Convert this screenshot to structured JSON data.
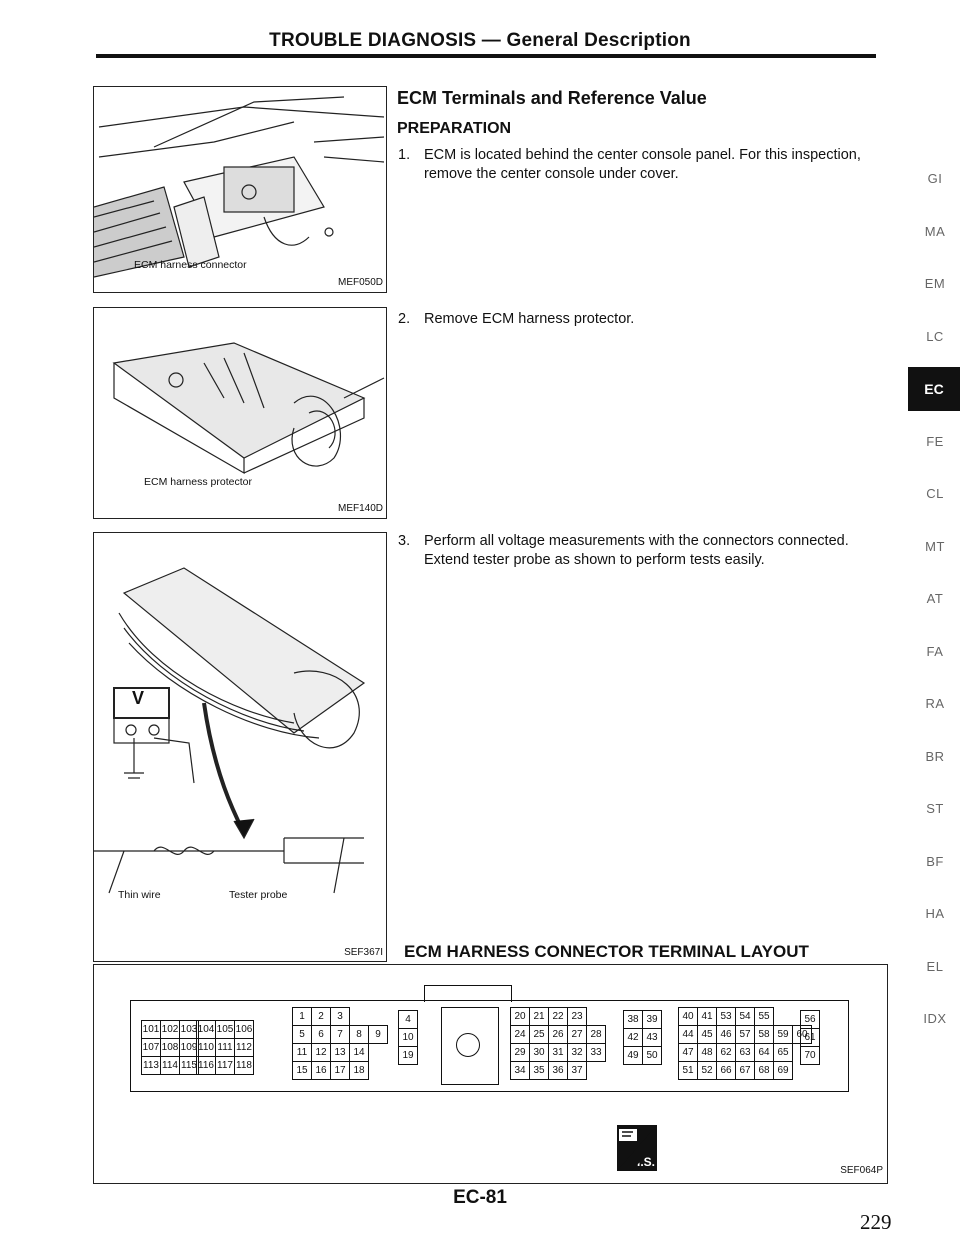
{
  "header": {
    "title": "TROUBLE DIAGNOSIS — General Description"
  },
  "figures": [
    {
      "code": "MEF050D",
      "label": "ECM harness connector"
    },
    {
      "code": "MEF140D",
      "label": "ECM harness protector"
    },
    {
      "code": "SEF367I",
      "labels": [
        "Thin wire",
        "Tester probe"
      ],
      "meter": "V"
    }
  ],
  "content": {
    "section_title": "ECM Terminals and Reference Value",
    "subheading": "PREPARATION",
    "steps": [
      {
        "num": "1.",
        "text": "ECM is located behind the center console panel. For this inspection, remove the center console under cover."
      },
      {
        "num": "2.",
        "text": "Remove ECM harness protector."
      },
      {
        "num": "3.",
        "text": "Perform all voltage measurements with the connectors connected. Extend tester probe as shown to perform tests easily."
      }
    ],
    "layout_title": "ECM HARNESS CONNECTOR TERMINAL LAYOUT"
  },
  "connector": {
    "code": "SEF064P",
    "badge": "H.S.",
    "groups": [
      {
        "rows": [
          [
            "101",
            "102",
            "103"
          ],
          [
            "107",
            "108",
            "109"
          ],
          [
            "113",
            "114",
            "115"
          ]
        ]
      },
      {
        "rows": [
          [
            "104",
            "105",
            "106"
          ],
          [
            "110",
            "111",
            "112"
          ],
          [
            "116",
            "117",
            "118"
          ]
        ]
      },
      {
        "rows": [
          [
            "1",
            "2",
            "3"
          ],
          [
            "5",
            "6",
            "7",
            "8",
            "9"
          ],
          [
            "11",
            "12",
            "13",
            "14"
          ],
          [
            "15",
            "16",
            "17",
            "18"
          ]
        ]
      },
      {
        "rows": [
          [
            "4"
          ],
          [
            "10"
          ],
          [
            "19"
          ]
        ]
      },
      {
        "rows": [
          [
            "20",
            "21",
            "22",
            "23"
          ],
          [
            "24",
            "25",
            "26",
            "27",
            "28"
          ],
          [
            "29",
            "30",
            "31",
            "32",
            "33"
          ],
          [
            "34",
            "35",
            "36",
            "37"
          ]
        ]
      },
      {
        "rows": [
          [
            "38",
            "39"
          ],
          [
            "42",
            "43"
          ],
          [
            "49",
            "50"
          ]
        ]
      },
      {
        "rows": [
          [
            "40",
            "41",
            "53",
            "54",
            "55"
          ],
          [
            "44",
            "45",
            "46",
            "57",
            "58",
            "59",
            "60"
          ],
          [
            "47",
            "48",
            "62",
            "63",
            "64",
            "65"
          ],
          [
            "51",
            "52",
            "66",
            "67",
            "68",
            "69"
          ]
        ]
      },
      {
        "rows": [
          [
            "56"
          ],
          [
            "61"
          ],
          [
            "70"
          ]
        ]
      }
    ]
  },
  "sidebar": {
    "items": [
      "GI",
      "MA",
      "EM",
      "LC",
      "EC",
      "FE",
      "CL",
      "MT",
      "AT",
      "FA",
      "RA",
      "BR",
      "ST",
      "BF",
      "HA",
      "EL",
      "IDX"
    ],
    "active": "EC"
  },
  "footer": {
    "page_code": "EC-81",
    "page_number": "229"
  }
}
